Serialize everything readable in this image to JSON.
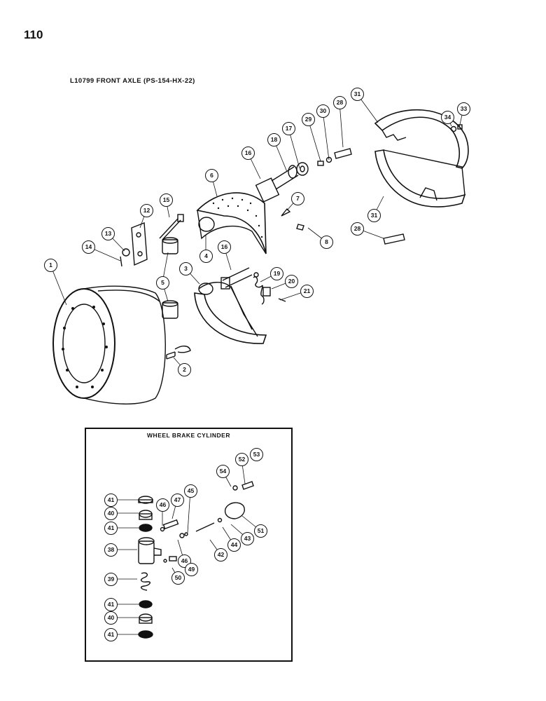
{
  "page_number": "110",
  "title": "L10799 FRONT AXLE (PS-154-HX-22)",
  "inset_title": "WHEEL BRAKE CYLINDER",
  "callouts": [
    "1",
    "2",
    "3",
    "4",
    "5",
    "6",
    "7",
    "8",
    "12",
    "13",
    "14",
    "15",
    "16",
    "16",
    "17",
    "18",
    "19",
    "20",
    "21",
    "28",
    "28",
    "29",
    "30",
    "31",
    "31",
    "33",
    "34"
  ],
  "inset_callouts": [
    "38",
    "39",
    "40",
    "40",
    "41",
    "41",
    "41",
    "41",
    "42",
    "43",
    "44",
    "45",
    "46",
    "46",
    "47",
    "49",
    "50",
    "51",
    "52",
    "53",
    "54"
  ]
}
